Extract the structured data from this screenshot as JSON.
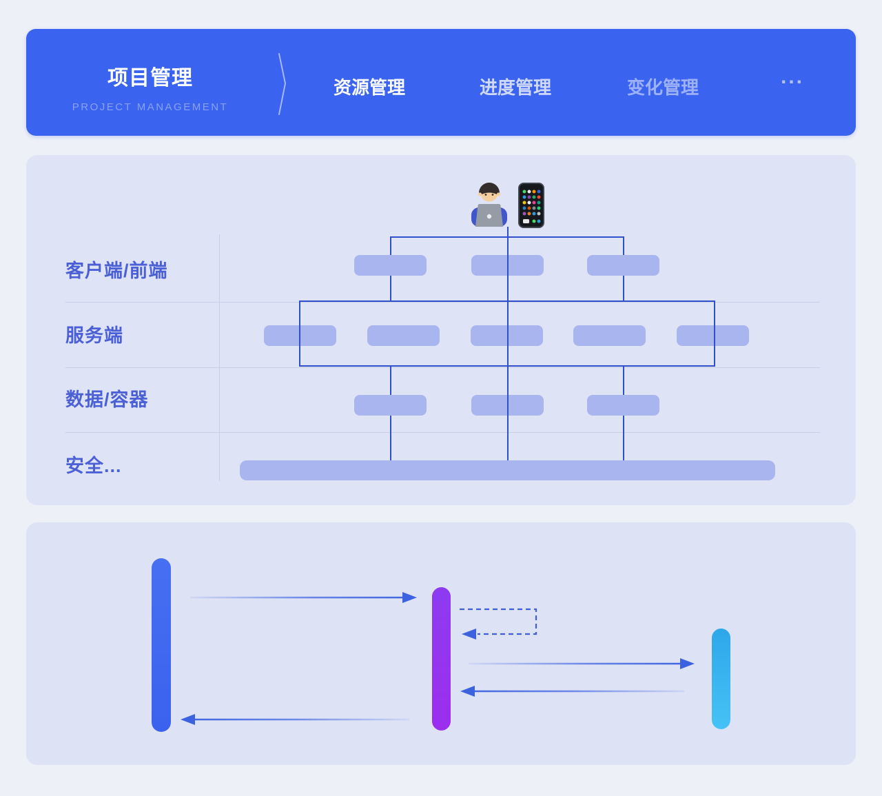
{
  "header": {
    "tabs": [
      {
        "label": "项目管理",
        "sublabel": "PROJECT MANAGEMENT",
        "state": "active"
      },
      {
        "label": "资源管理",
        "state": "highlighted"
      },
      {
        "label": "进度管理",
        "state": "dimmed"
      },
      {
        "label": "变化管理",
        "state": "dimmed"
      },
      {
        "label": "...",
        "state": "dimmed"
      }
    ]
  },
  "architecture": {
    "icons": [
      {
        "name": "man-technologist-icon"
      },
      {
        "name": "smartphone-icon"
      }
    ],
    "rows": [
      {
        "label": "客户端/前端",
        "node_count": 3
      },
      {
        "label": "服务端",
        "node_count": 5
      },
      {
        "label": "数据/容器",
        "node_count": 3
      },
      {
        "label": "安全...",
        "node_count": 1
      }
    ]
  },
  "sequence": {
    "lifelines": [
      {
        "name": "client-lifeline",
        "color": "#3d68f1"
      },
      {
        "name": "server-lifeline",
        "color": "#8d38f0"
      },
      {
        "name": "data-lifeline",
        "color": "#35b2f0"
      }
    ],
    "messages": [
      {
        "from": "client",
        "to": "server",
        "style": "solid-right"
      },
      {
        "from": "server",
        "to": "server",
        "style": "dashed-self-loop"
      },
      {
        "from": "server",
        "to": "data",
        "style": "solid-right"
      },
      {
        "from": "data",
        "to": "server",
        "style": "solid-left"
      },
      {
        "from": "server",
        "to": "client",
        "style": "solid-left"
      }
    ]
  },
  "colors": {
    "page_bg": "#eef0f8",
    "header_bg": "#3a63f0",
    "panel_bg": "#dfe3f6",
    "node_fill": "#a9b5ee",
    "connector": "#2f50c8",
    "separator": "#c9cee8",
    "row_label": "#4c60d6",
    "arrow": "#3d62e0"
  }
}
